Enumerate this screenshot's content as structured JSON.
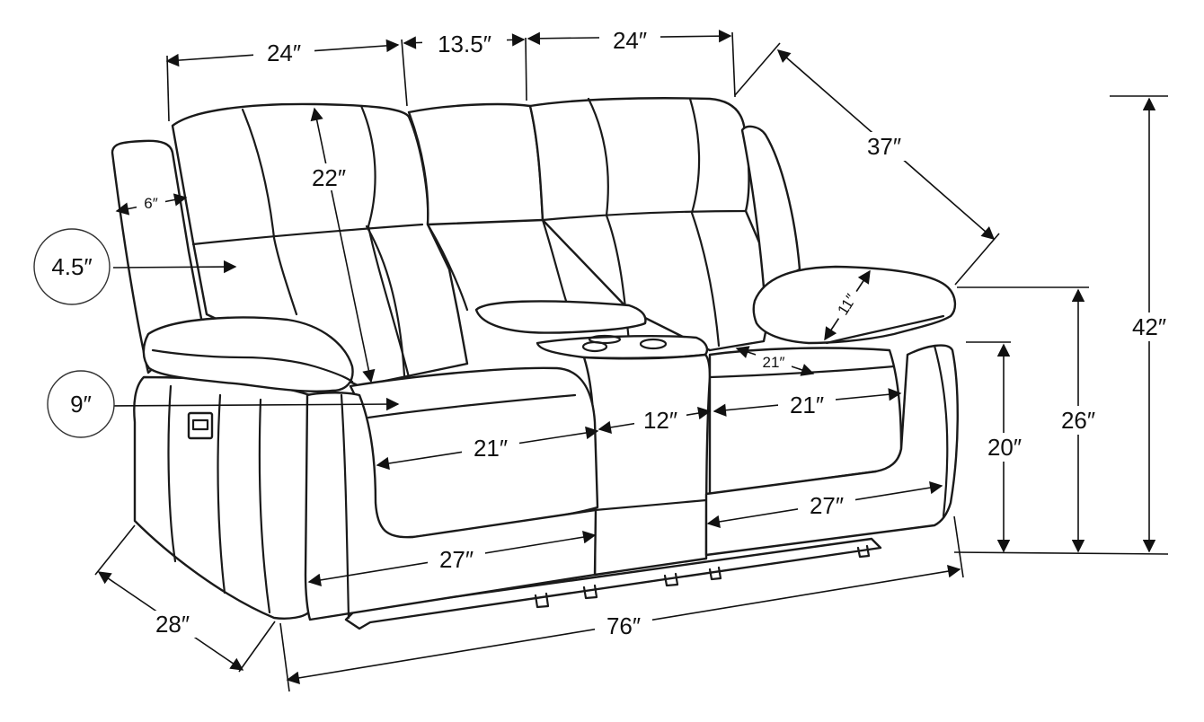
{
  "dimensions": {
    "back_cushion_left": "24″",
    "console_back": "13.5″",
    "back_cushion_right": "24″",
    "diagonal_depth": "37″",
    "overall_height": "42″",
    "arm_height": "26″",
    "seat_height": "20″",
    "back_height": "22″",
    "arm_width": "6″",
    "callout_back_thickness": "4.5″",
    "callout_arm_drop": "9″",
    "armrest_depth": "11″",
    "seat_depth_right": "21″",
    "seat_width_left": "21″",
    "console_width": "12″",
    "seat_width_right": "21″",
    "footrest_left": "27″",
    "footrest_right": "27″",
    "overall_depth": "28″",
    "overall_width": "76″"
  },
  "colors": {
    "line": "#1a1a1a",
    "background": "#ffffff"
  }
}
